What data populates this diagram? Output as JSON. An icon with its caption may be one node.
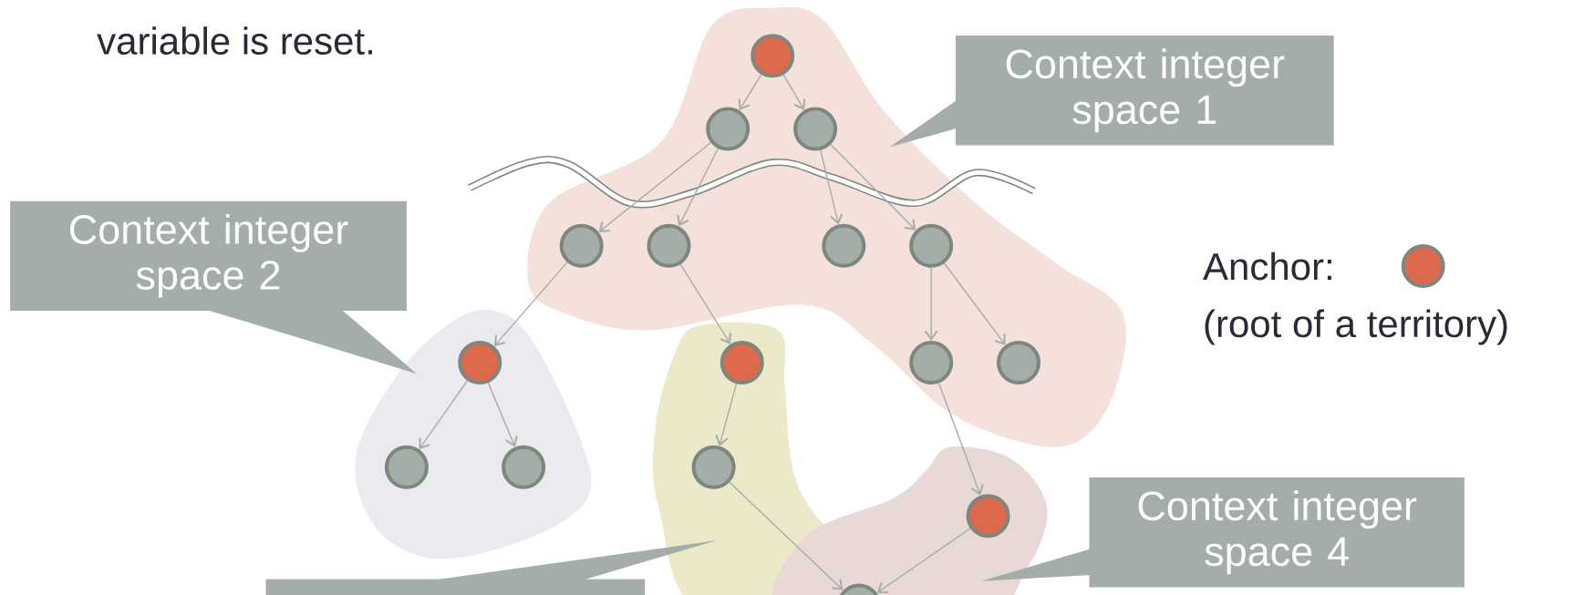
{
  "diagram": {
    "nodes": [
      {
        "text": [
          "Context integer space 1"
        ]
      },
      {
        "text": [
          "Context integer space 2"
        ]
      },
      {
        "text": [],
        "shape": "box"
      },
      {
        "text": [
          "Context integer space 4"
        ]
      },
      {
        "text": [],
        "shape": "circle"
      },
      {
        "text": [],
        "shape": "circle"
      },
      {
        "text": [],
        "shape": "circle"
      },
      {
        "text": [],
        "shape": "circle"
      },
      {
        "text": [],
        "shape": "circle"
      },
      {
        "text": [],
        "shape": "circle"
      },
      {
        "text": [],
        "shape": "circle"
      },
      {
        "text": [],
        "shape": "circle"
      },
      {
        "text": [],
        "shape": "circle"
      },
      {
        "text": [],
        "shape": "circle"
      },
      {
        "text": [],
        "shape": "circle"
      },
      {
        "text": [],
        "shape": "circle"
      },
      {
        "text": [],
        "shape": "circle"
      },
      {
        "text": [],
        "shape": "circle"
      },
      {
        "text": [],
        "shape": "circle"
      },
      {
        "text": [],
        "shape": "circle"
      }
    ],
    "edges": [
      {
        "from": 4,
        "to": 5,
        "arrow": "to"
      },
      {
        "from": 4,
        "to": 6,
        "arrow": "to"
      },
      {
        "from": 5,
        "to": 7,
        "arrow": "to"
      },
      {
        "from": 5,
        "to": 8,
        "arrow": "to"
      },
      {
        "from": 6,
        "to": 9,
        "arrow": "to"
      },
      {
        "from": 6,
        "to": 10,
        "arrow": "to"
      },
      {
        "from": 7,
        "to": 11,
        "arrow": "to"
      },
      {
        "from": 8,
        "to": 12,
        "arrow": "to"
      },
      {
        "from": 10,
        "to": 13,
        "arrow": "to"
      },
      {
        "from": 10,
        "to": 14,
        "arrow": "to"
      },
      {
        "from": 11,
        "to": 15,
        "arrow": "to"
      },
      {
        "from": 11,
        "to": 16,
        "arrow": "to"
      },
      {
        "from": 12,
        "to": 17,
        "arrow": "to"
      },
      {
        "from": 13,
        "to": 18,
        "arrow": "to"
      },
      {
        "from": 17,
        "to": 19,
        "arrow": "to"
      },
      {
        "from": 18,
        "to": 19,
        "arrow": "to"
      }
    ],
    "labels": [
      "variable is reset.",
      "(root of a territory)"
    ],
    "legend": [
      {
        "text": "Anchor:"
      }
    ]
  }
}
